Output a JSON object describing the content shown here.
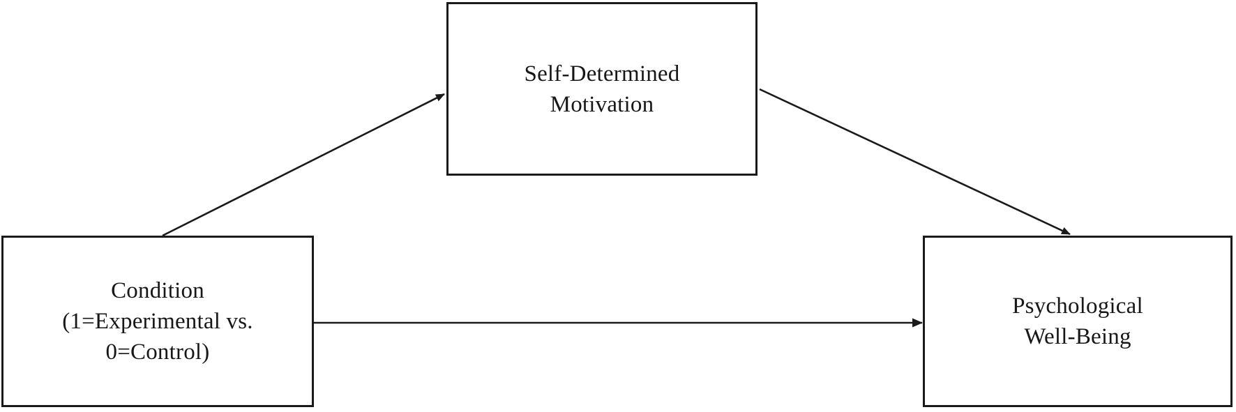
{
  "diagram": {
    "type": "mediation-model",
    "title": "",
    "background_color": "#ffffff",
    "line_color": "#1a1a1a",
    "text_color": "#171717",
    "nodes": [
      {
        "id": "predictor",
        "label": "Condition\n(1=Experimental vs.\n0=Control)",
        "position": "left",
        "shape": "rectangle"
      },
      {
        "id": "mediator",
        "label": "Self-Determined\nMotivation",
        "position": "top-center",
        "shape": "rectangle"
      },
      {
        "id": "outcome",
        "label": "Psychological\nWell-Being",
        "position": "right",
        "shape": "rectangle"
      }
    ],
    "edges": [
      {
        "id": "a-path",
        "from": "predictor",
        "to": "mediator",
        "label": "",
        "style": "solid",
        "arrowhead": "filled-triangle"
      },
      {
        "id": "b-path",
        "from": "mediator",
        "to": "outcome",
        "label": "",
        "style": "solid",
        "arrowhead": "filled-triangle"
      },
      {
        "id": "c-prime-path",
        "from": "predictor",
        "to": "outcome",
        "label": "",
        "style": "solid",
        "arrowhead": "filled-triangle"
      }
    ]
  }
}
